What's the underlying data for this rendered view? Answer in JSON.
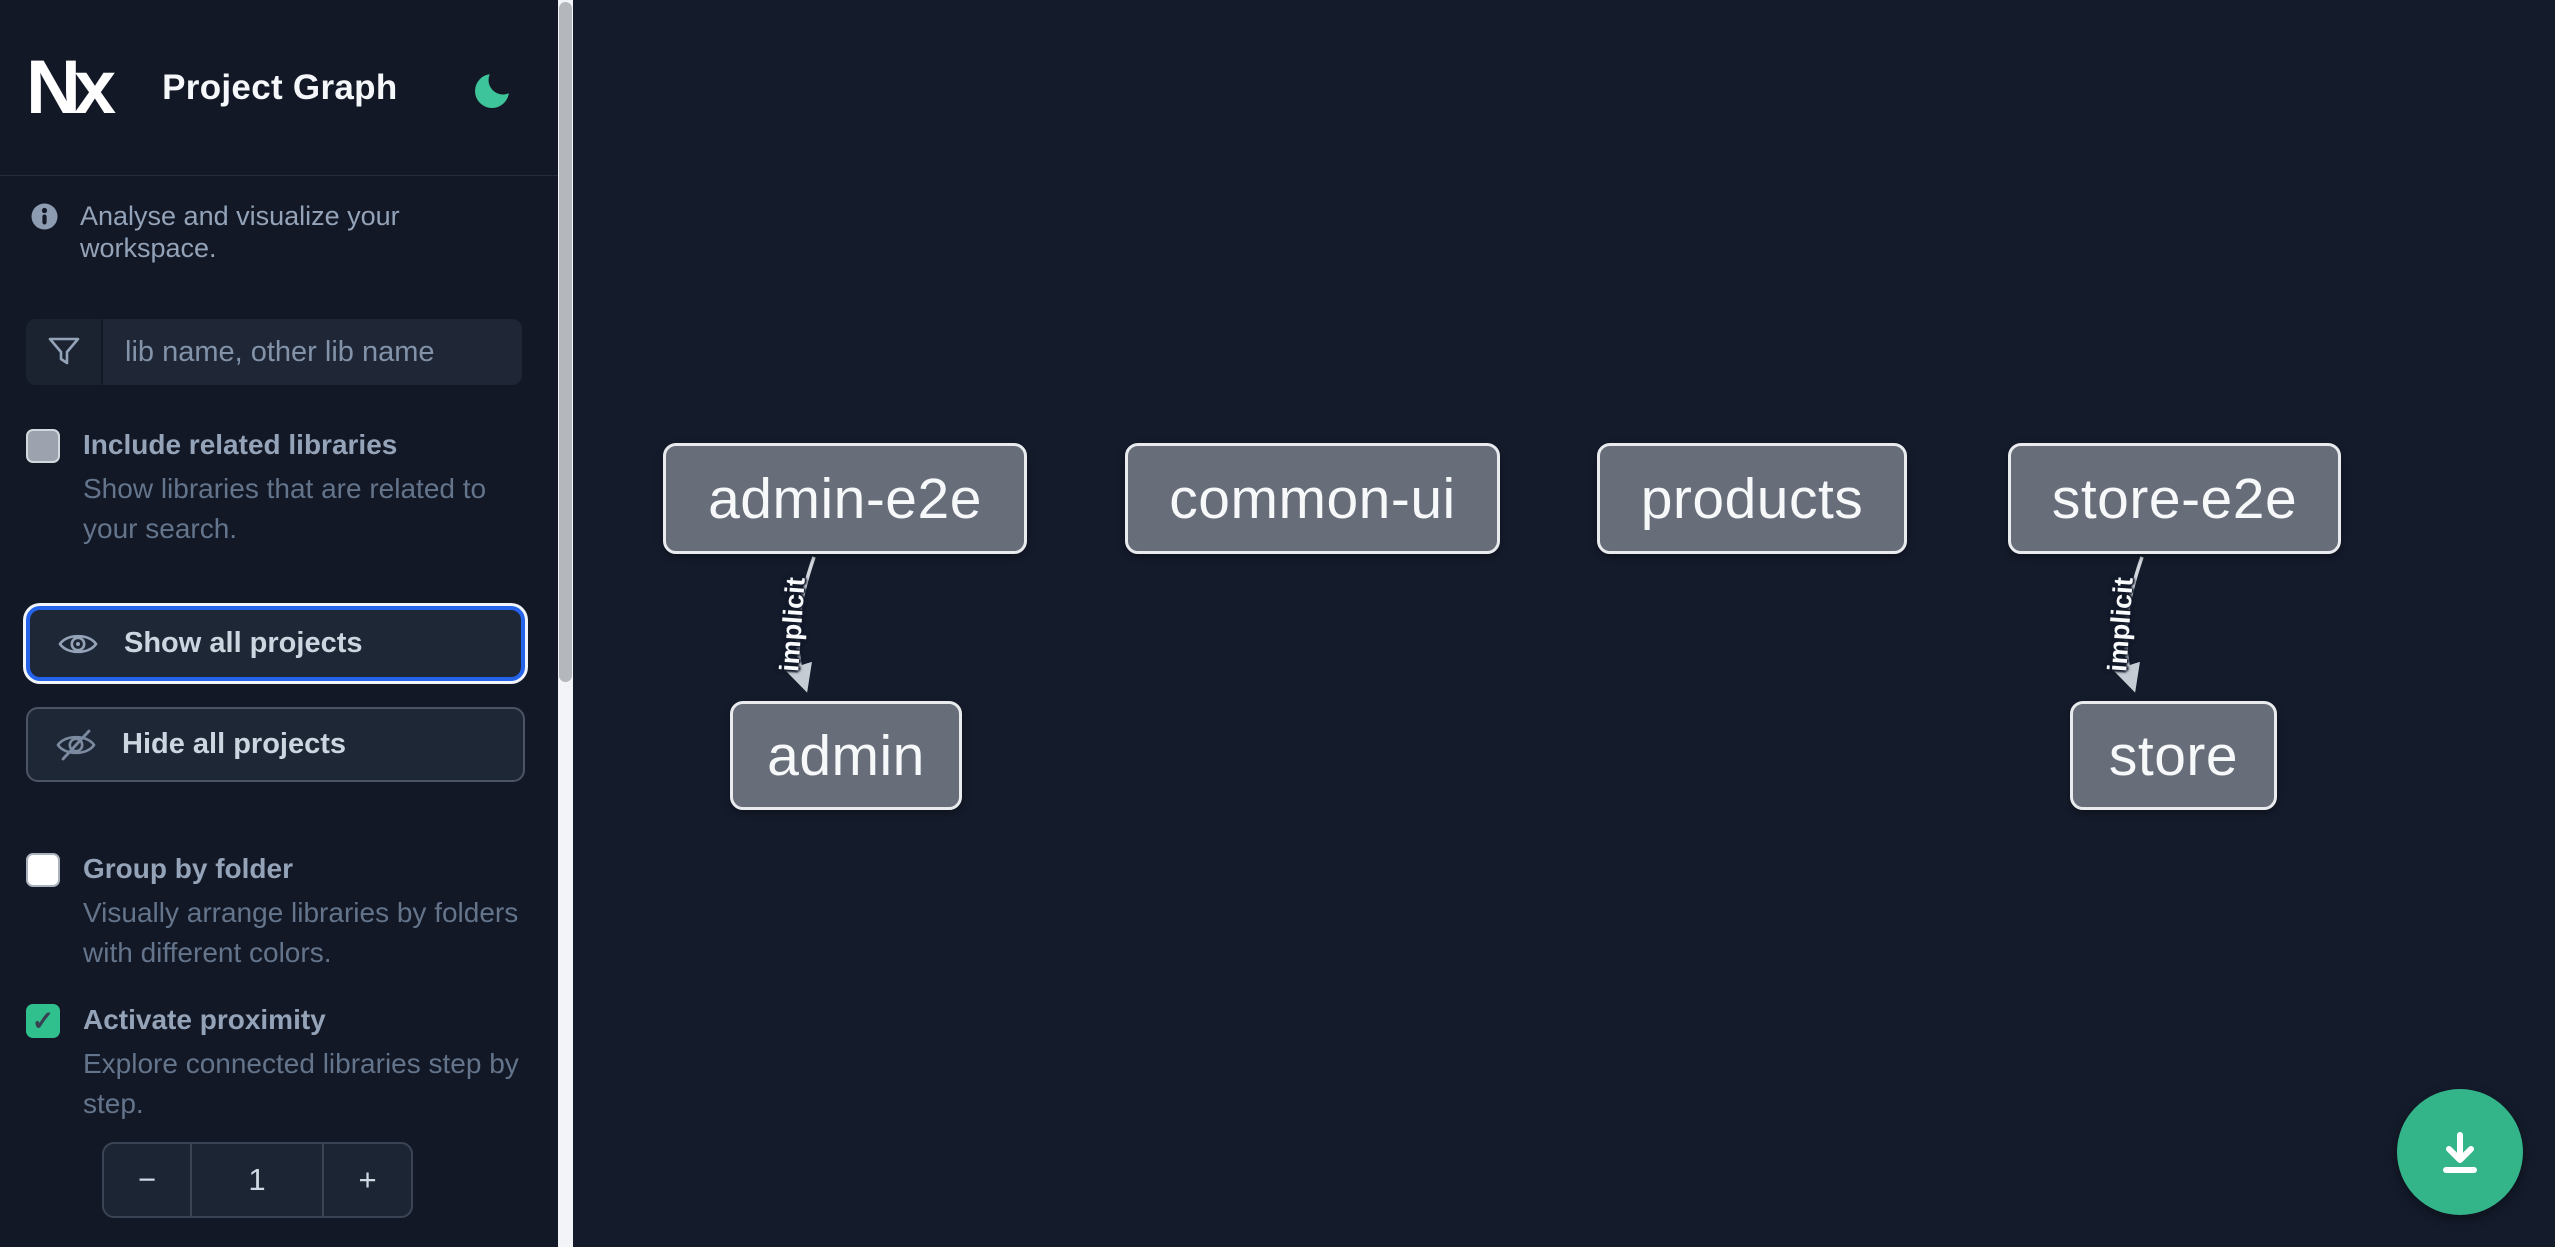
{
  "header": {
    "logo_text": "Nx",
    "title": "Project Graph"
  },
  "info": {
    "text": "Analyse and visualize your workspace."
  },
  "search": {
    "placeholder": "lib name, other lib name"
  },
  "options": {
    "include_related": {
      "title": "Include related libraries",
      "description": "Show libraries that are related to your search.",
      "checked": false
    },
    "group_by_folder": {
      "title": "Group by folder",
      "description": "Visually arrange libraries by folders with different colors.",
      "checked": false
    },
    "activate_proximity": {
      "title": "Activate proximity",
      "description": "Explore connected libraries step by step.",
      "checked": true,
      "checkmark": "✓"
    }
  },
  "buttons": {
    "show_all": "Show all projects",
    "hide_all": "Hide all projects"
  },
  "stepper": {
    "decrement": "−",
    "value": "1",
    "increment": "+"
  },
  "graph": {
    "nodes": [
      {
        "label": "admin-e2e"
      },
      {
        "label": "common-ui"
      },
      {
        "label": "products"
      },
      {
        "label": "store-e2e"
      },
      {
        "label": "admin"
      },
      {
        "label": "store"
      }
    ],
    "edges": [
      {
        "label": "implicit",
        "from": "admin-e2e",
        "to": "admin"
      },
      {
        "label": "implicit",
        "from": "store-e2e",
        "to": "store"
      }
    ]
  },
  "icons": {
    "theme": "moon-icon",
    "info": "info-icon",
    "filter": "funnel-icon",
    "show": "eye-icon",
    "hide": "eye-off-icon",
    "download": "download-icon"
  },
  "colors": {
    "accent_green": "#34b489",
    "moon_green": "#3ec49a",
    "checkbox_green": "#2fc08e",
    "focus_blue": "#2563eb",
    "node_fill": "#676d79",
    "node_border": "#e9ebef",
    "sidebar_bg": "#121826",
    "canvas_bg": "#141b2b"
  }
}
